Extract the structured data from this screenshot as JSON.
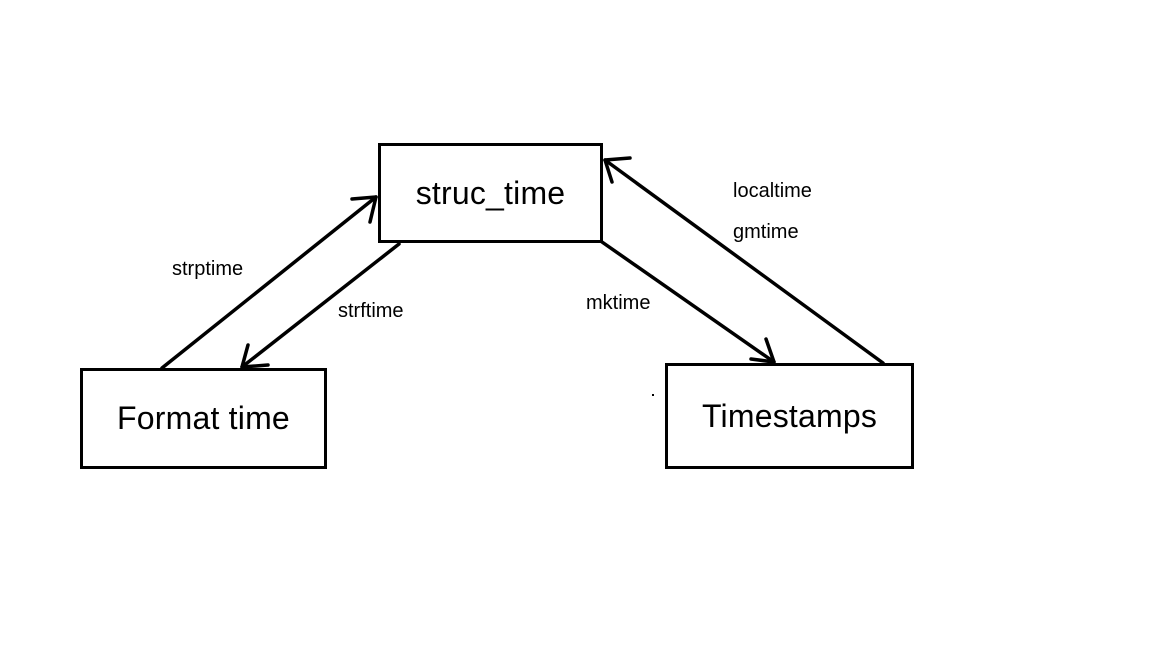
{
  "nodes": {
    "struc_time": "struc_time",
    "format_time": "Format time",
    "timestamps": "Timestamps"
  },
  "edges": {
    "strptime": "strptime",
    "strftime": "strftime",
    "mktime": "mktime",
    "localtime": "localtime",
    "gmtime": "gmtime"
  }
}
